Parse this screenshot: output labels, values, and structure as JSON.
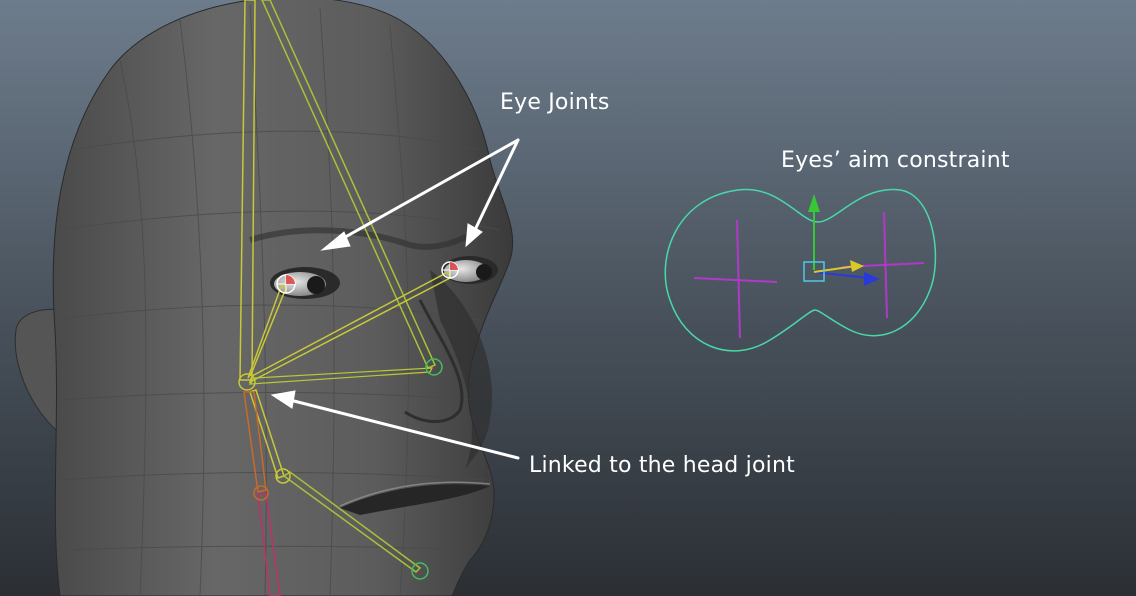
{
  "annotations": {
    "eye_joints": "Eye Joints",
    "aim_constraint": "Eyes’ aim constraint",
    "head_link": "Linked to the head joint"
  },
  "colors": {
    "background_top": "#6d7c8c",
    "background_bottom": "#2b2f34",
    "head_mesh": "#5f5f5f",
    "skeleton_yellow": "#c8c838",
    "skeleton_green": "#3fbf5f",
    "skeleton_orange": "#c86a28",
    "skeleton_magenta": "#c0306a",
    "control_curve": "#49d8a8",
    "locator_magenta": "#b03ac8",
    "manipulator_box": "#4fc8e8",
    "arrow_white": "#ffffff"
  }
}
